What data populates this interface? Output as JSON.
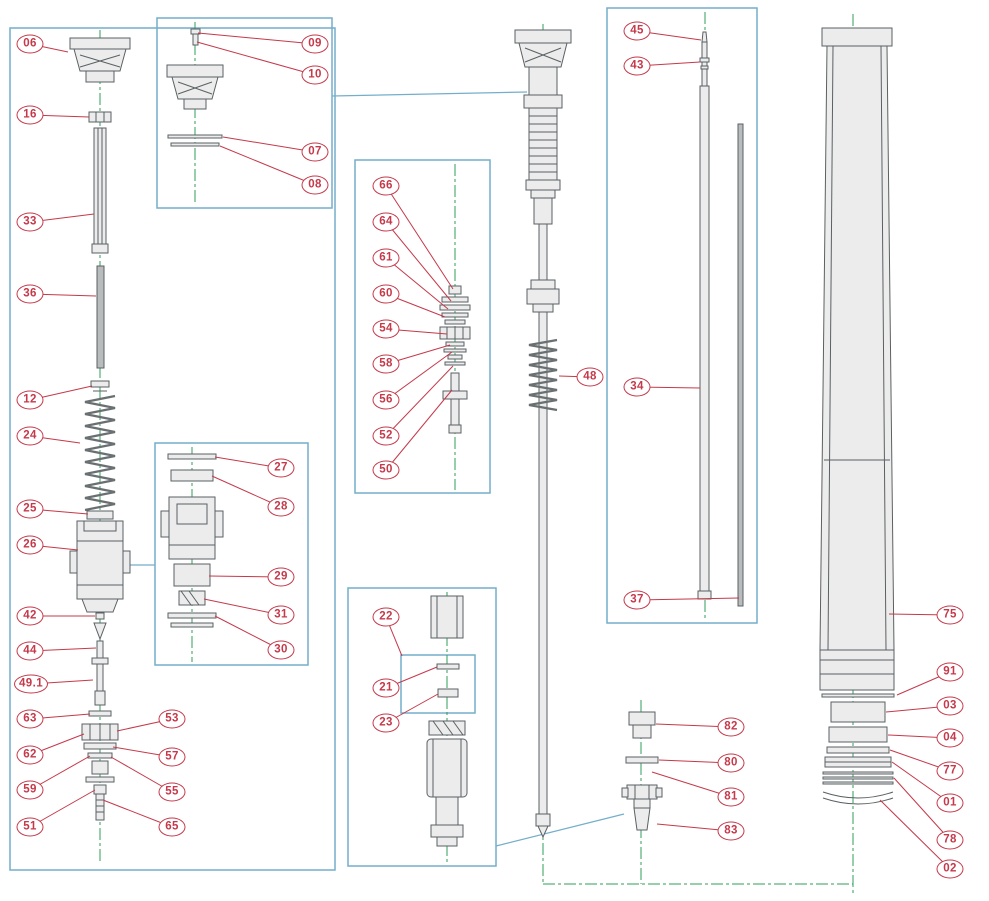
{
  "callouts": [
    "06",
    "16",
    "33",
    "36",
    "12",
    "24",
    "25",
    "26",
    "42",
    "44",
    "49.1",
    "63",
    "62",
    "59",
    "51",
    "53",
    "57",
    "55",
    "65",
    "09",
    "10",
    "07",
    "08",
    "27",
    "28",
    "29",
    "31",
    "30",
    "66",
    "64",
    "61",
    "60",
    "54",
    "58",
    "56",
    "52",
    "50",
    "22",
    "21",
    "23",
    "48",
    "45",
    "43",
    "34",
    "37",
    "82",
    "80",
    "81",
    "83",
    "75",
    "91",
    "03",
    "04",
    "77",
    "01",
    "78",
    "02"
  ],
  "colors": {
    "callout": "#c5394a",
    "frame": "#74aecb",
    "centerline": "#2f9e5a"
  }
}
